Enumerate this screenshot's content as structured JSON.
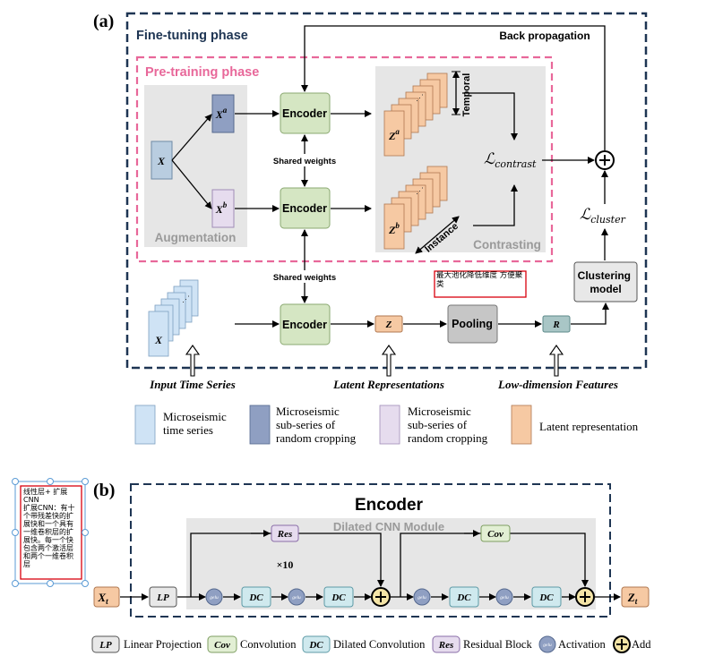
{
  "panel_a": {
    "label": "(a)",
    "finetune_title": "Fine-tuning phase",
    "pretrain_title": "Pre-training phase",
    "back_prop": "Back propagation",
    "augmentation": "Augmentation",
    "contrasting": "Contrasting",
    "x": "X",
    "xa": "X",
    "xa_sup": "a",
    "xb": "X",
    "xb_sup": "b",
    "encoder": "Encoder",
    "shared_weights": "Shared weights",
    "za": "Z",
    "za_sup": "a",
    "zb": "Z",
    "zb_sup": "b",
    "temporal": "Temporal",
    "instance": "Instance",
    "l_contrast": "ℒ",
    "l_contrast_sub": "contrast",
    "l_cluster": "ℒ",
    "l_cluster_sub": "cluster",
    "clustering_model": [
      "Clustering",
      "model"
    ],
    "z": "Z",
    "pooling": "Pooling",
    "r": "R",
    "annotation_note": "最大池化降低维度 方便聚类",
    "input_label": "Input Time Series",
    "latent_label": "Latent Representations",
    "lowdim_label": "Low-dimension Features"
  },
  "legend_a": [
    {
      "lines": [
        "Microseismic",
        "time series"
      ],
      "color": "#cfe3f5"
    },
    {
      "lines": [
        "Microseismic",
        "sub-series of",
        "random cropping"
      ],
      "color": "#8f9fc2"
    },
    {
      "lines": [
        "Microseismic",
        "sub-series of",
        "random cropping"
      ],
      "color": "#e6dcee"
    },
    {
      "lines": [
        "Latent representation"
      ],
      "color": "#f6c9a3"
    }
  ],
  "panel_b": {
    "label": "(b)",
    "encoder_title": "Encoder",
    "module_title": "Dilated CNN Module",
    "xt": "X",
    "xt_sub": "t",
    "lp": "LP",
    "res": "Res",
    "cov": "Cov",
    "dc": "DC",
    "gelu": "gelu",
    "times10": "×10",
    "zt": "Z",
    "zt_sub": "t",
    "note_lines": [
      "线性层+ 扩展",
      "CNN",
      "",
      "扩展CNN：有十",
      "个带残差快的扩",
      "展快和一个具有",
      "一维卷积层的扩",
      "展快。每一个快",
      "包含两个激活层",
      "和两个一维卷积",
      "层"
    ]
  },
  "legend_b": [
    {
      "key": "LP",
      "text": "Linear Projection",
      "color": "#e8e8e8"
    },
    {
      "key": "Cov",
      "text": "Convolution",
      "color": "#e2efd4"
    },
    {
      "key": "DC",
      "text": "Dilated Convolution",
      "color": "#cfe9ee"
    },
    {
      "key": "Res",
      "text": "Residual Block",
      "color": "#e6dcee"
    },
    {
      "key": "gelu",
      "text": "Activation",
      "color": "#8f9fc2"
    },
    {
      "key": "+",
      "text": "Add",
      "color": "#f4e4a6"
    }
  ],
  "colors": {
    "navy": "#1e3553",
    "pink": "#e8689a",
    "encoder": "#d5e6c3",
    "gray_panel": "#e6e6e6",
    "latent": "#f6c9a3",
    "latent_stroke": "#b07850",
    "red_box": "#d9000d"
  }
}
